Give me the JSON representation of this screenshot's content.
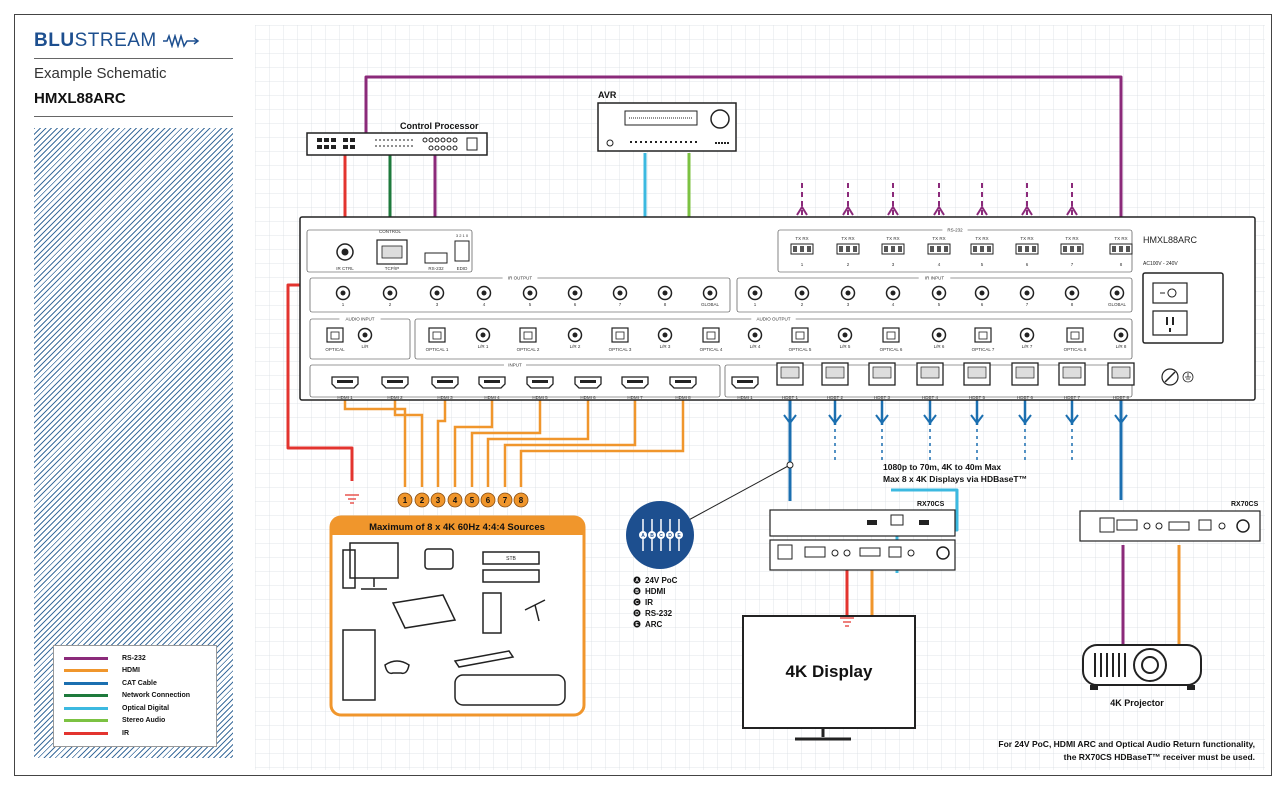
{
  "brand": {
    "name_bold": "BLU",
    "name_thin": "STREAM"
  },
  "header": {
    "title": "Example Schematic",
    "model": "HMXL88ARC"
  },
  "legend": [
    {
      "label": "RS-232",
      "color": "#8b2a7a"
    },
    {
      "label": "HDMI",
      "color": "#f0962c"
    },
    {
      "label": "CAT Cable",
      "color": "#1b6fb0"
    },
    {
      "label": "Network Connection",
      "color": "#1e7a3c"
    },
    {
      "label": "Optical Digital",
      "color": "#3cb9e0"
    },
    {
      "label": "Stereo Audio",
      "color": "#7cc242"
    },
    {
      "label": "IR",
      "color": "#e3342f"
    }
  ],
  "devices": {
    "control_processor": "Control Processor",
    "avr": "AVR",
    "matrix_model": "HMXL88ARC",
    "power_label": "AC100V - 240V",
    "display": "4K Display",
    "projector": "4K Projector",
    "receiver_a": "RX70CS",
    "receiver_b": "RX70CS"
  },
  "panel": {
    "control": "CONTROL",
    "ir_ctrl": "IR CTRL",
    "tcpip": "TCP/IP",
    "rs232": "RS-232",
    "edid": "EDID",
    "edid_bits": "3 2 1 0",
    "ir_output": "IR OUTPUT",
    "ir_input": "IR INPUT",
    "rs232_top": "RS-232",
    "audio_input": "AUDIO INPUT",
    "audio_output": "AUDIO OUTPUT",
    "input": "INPUT",
    "output": "OUTPUT",
    "global": "GLOBAL",
    "optical": "OPTICAL",
    "lr": "L/R",
    "tx_rx": "TX RX",
    "ir_out_nums": [
      "1",
      "2",
      "3",
      "4",
      "5",
      "6",
      "7",
      "8"
    ],
    "audio_out_labels": [
      "OPTICAL 1",
      "L/R 1",
      "OPTICAL 2",
      "L/R 2",
      "OPTICAL 3",
      "L/R 3",
      "OPTICAL 4",
      "L/R 4",
      "OPTICAL 5",
      "L/R 5",
      "OPTICAL 6",
      "L/R 6",
      "OPTICAL 7",
      "L/R 7",
      "OPTICAL 8",
      "L/R 8"
    ],
    "hdmi_in_labels": [
      "HDMI 1",
      "HDMI 2",
      "HDMI 3",
      "HDMI 4",
      "HDMI 5",
      "HDMI 6",
      "HDMI 7",
      "HDMI 8"
    ],
    "hdbt_labels": [
      "HDMI 1",
      "HDBT 1",
      "HDBT 2",
      "HDBT 3",
      "HDBT 4",
      "HDBT 5",
      "HDBT 6",
      "HDBT 7",
      "HDBT 8"
    ]
  },
  "sources": {
    "title": "Maximum of 8 x 4K 60Hz 4:4:4 Sources",
    "numbers": [
      "1",
      "2",
      "3",
      "4",
      "5",
      "6",
      "7",
      "8"
    ],
    "stb": "STB"
  },
  "hdbaset": {
    "line1": "1080p to 70m, 4K to 40m Max",
    "line2": "Max 8 x 4K Displays via HDBaseT™",
    "features": [
      {
        "letter": "A",
        "text": "24V PoC"
      },
      {
        "letter": "B",
        "text": "HDMI"
      },
      {
        "letter": "C",
        "text": "IR"
      },
      {
        "letter": "D",
        "text": "RS-232"
      },
      {
        "letter": "E",
        "text": "ARC"
      }
    ]
  },
  "note": {
    "line1": "For 24V PoC, HDMI ARC and Optical Audio Return functionality,",
    "line2": "the RX70CS HDBaseT™ receiver must be used."
  }
}
